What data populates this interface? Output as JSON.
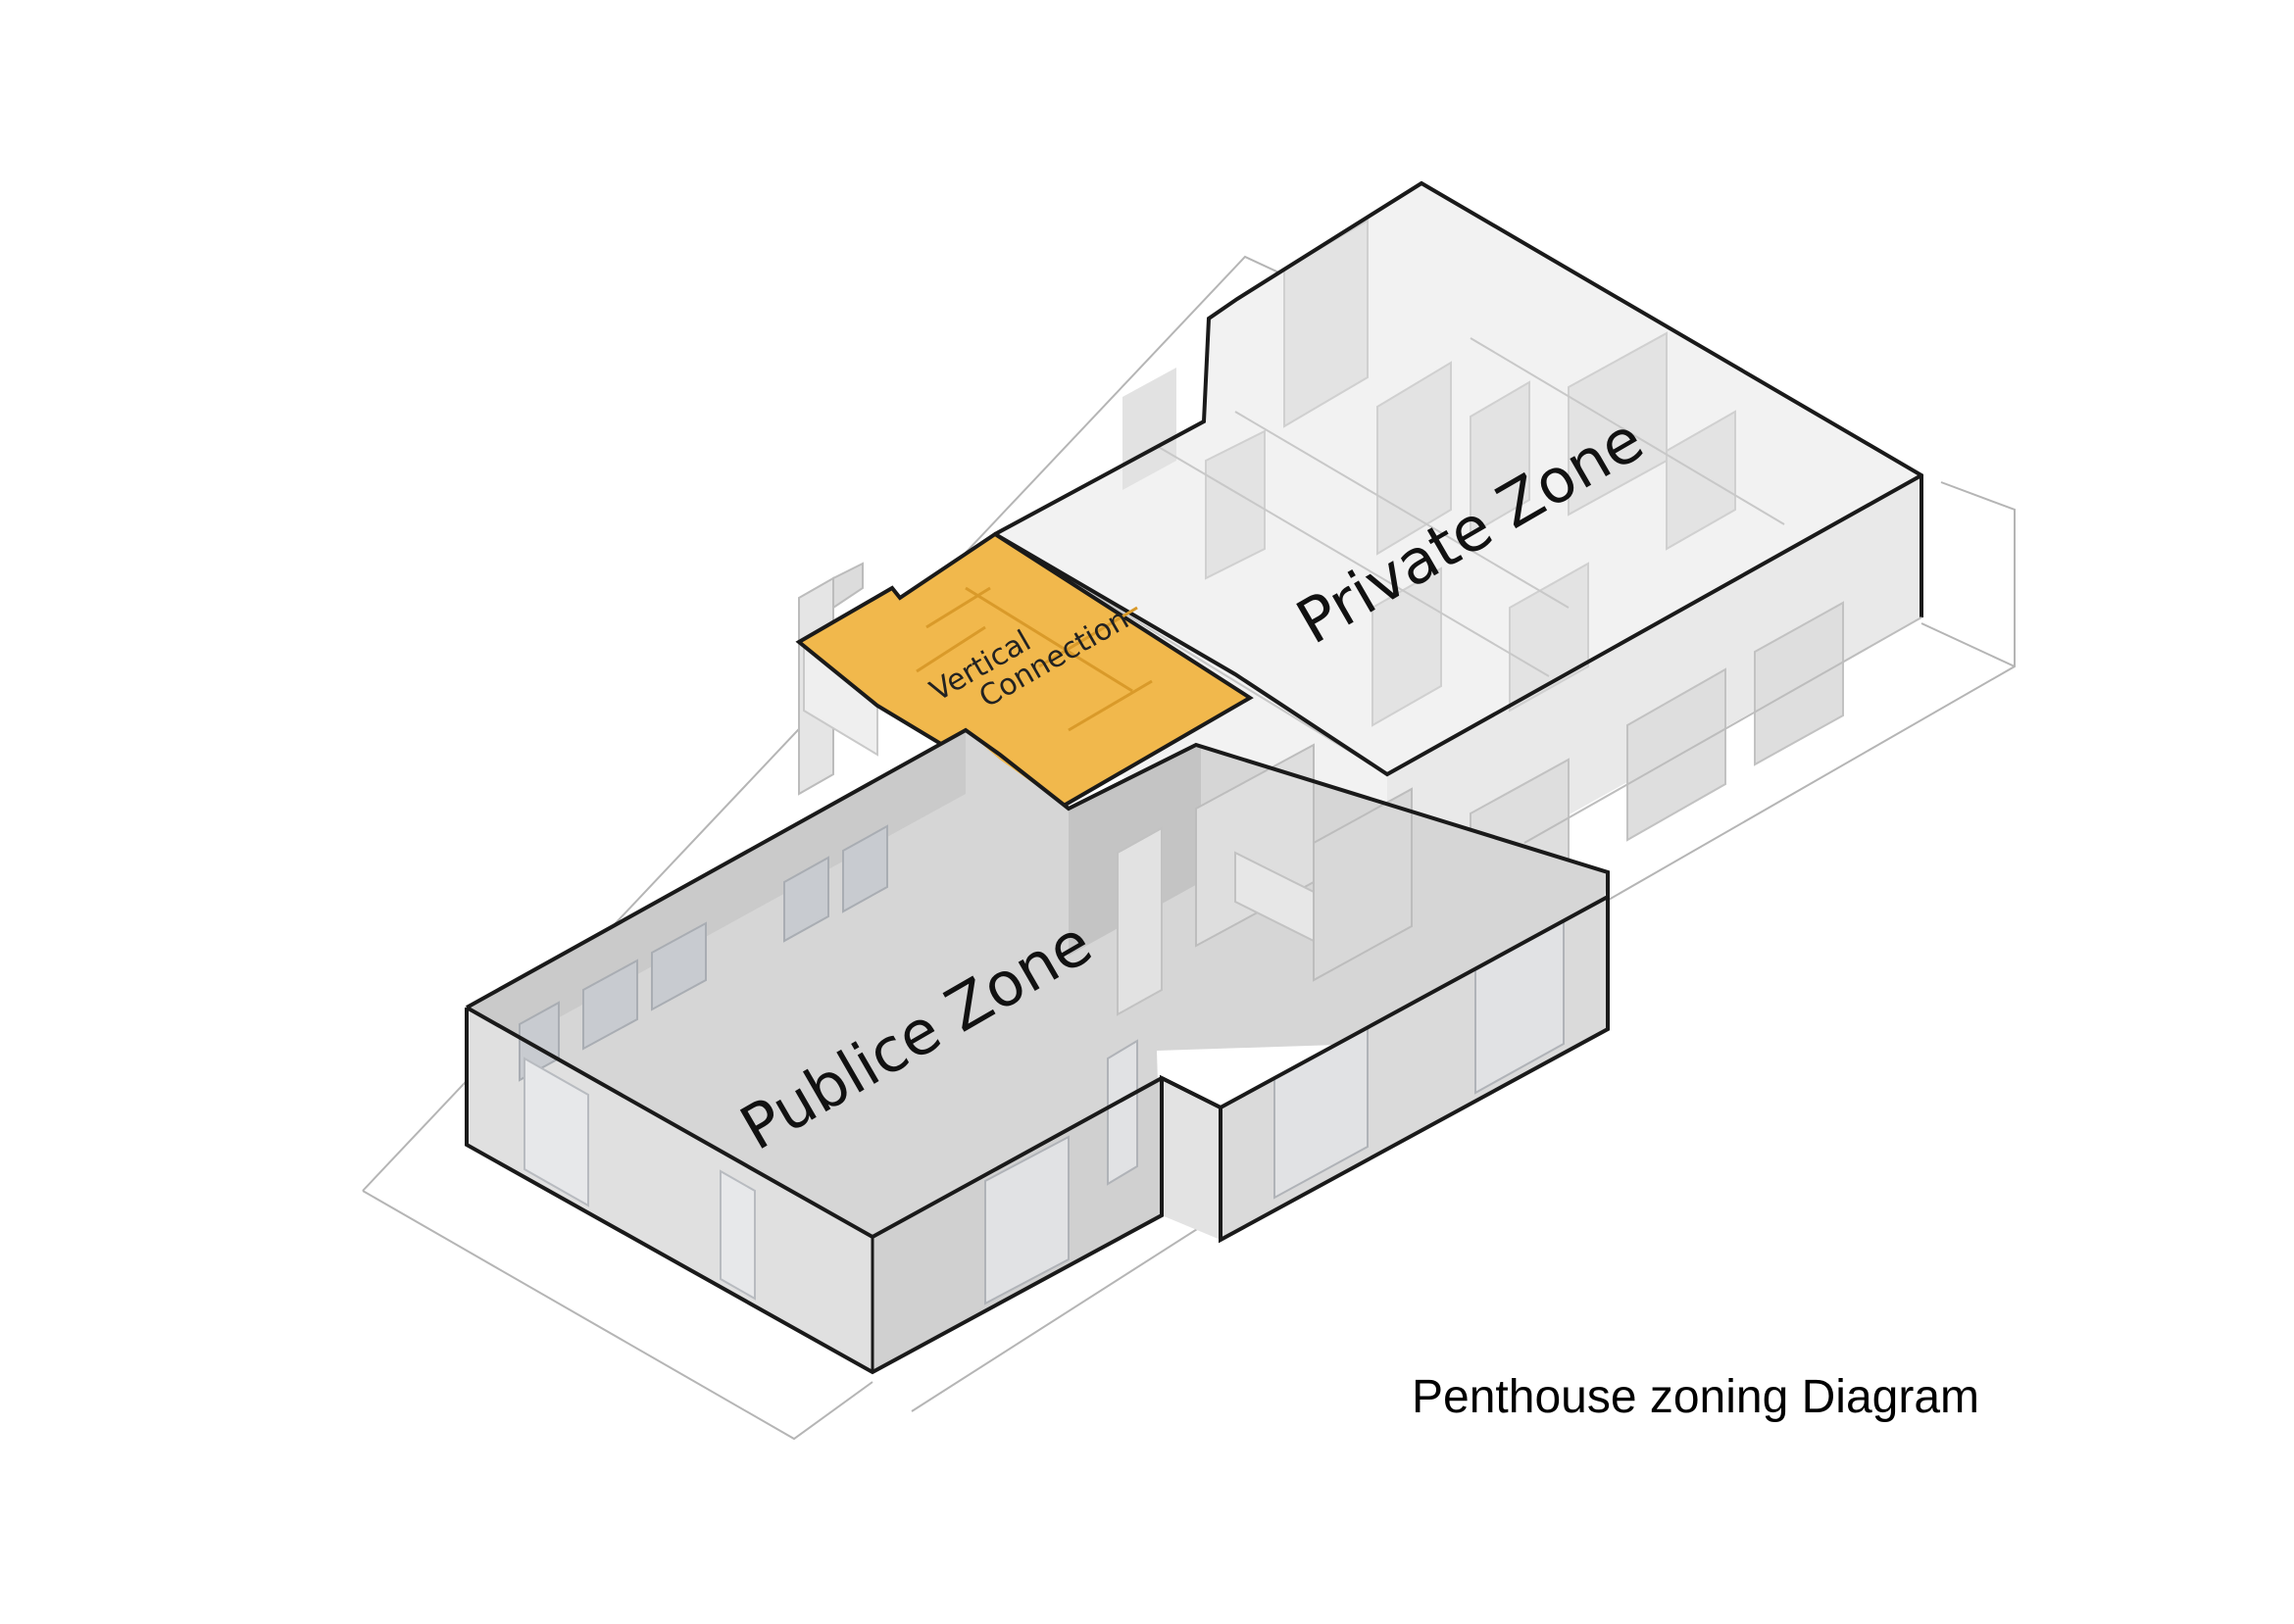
{
  "title": "Penthouse zoning Diagram",
  "zones": [
    {
      "label": "Private Zone"
    },
    {
      "label": "Publice Zone"
    },
    {
      "label_lines": [
        "Vertical",
        "Connection"
      ]
    }
  ],
  "colors": {
    "background": "#ffffff",
    "outline": "#1a1a1a",
    "vertical_connection": "#f1b84c",
    "private_floor": "#f2f2f2",
    "private_wall": "#e4e4e4",
    "public_floor": "#d6d6d6",
    "public_wall_front": "#e0e0e0",
    "public_wall_side": "#cfcfcf",
    "glazing": "#c8cbd0",
    "terrace_line": "#b5b5b5"
  }
}
